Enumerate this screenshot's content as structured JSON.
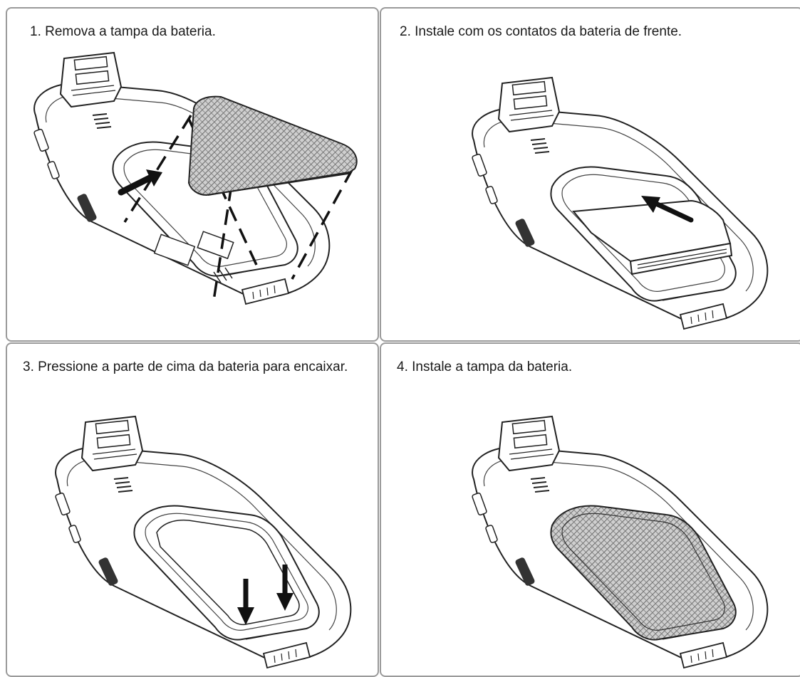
{
  "steps": [
    {
      "text": "1. Remova a tampa da bateria."
    },
    {
      "text": "2. Instale com os contatos da bateria de frente."
    },
    {
      "text": "3. Pressione a parte de cima da bateria para encaixar."
    },
    {
      "text": "4. Instale a tampa da bateria."
    }
  ]
}
